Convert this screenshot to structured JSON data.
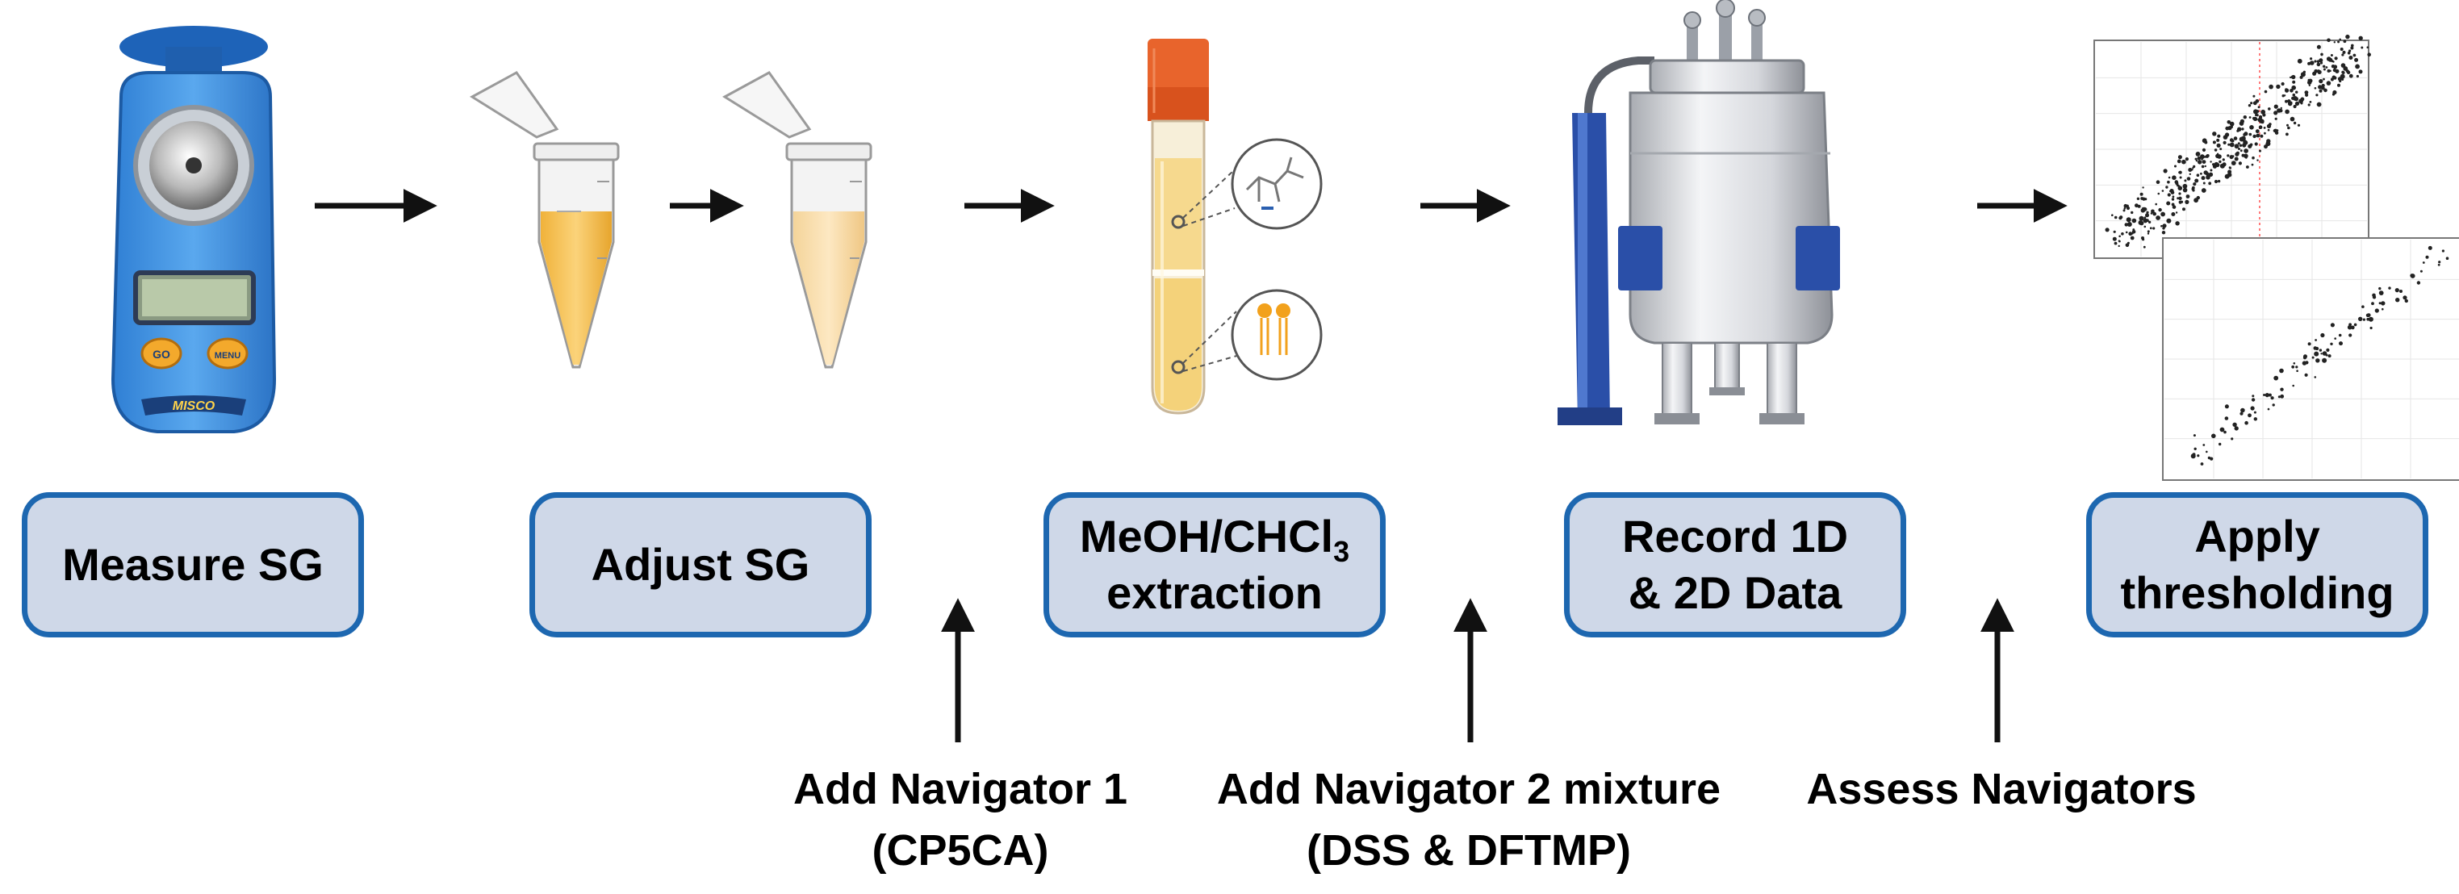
{
  "steps": [
    {
      "id": "measure",
      "label": "Measure SG"
    },
    {
      "id": "adjust",
      "label": "Adjust SG"
    },
    {
      "id": "extract",
      "label_line1": "MeOH/CHCl",
      "label_sub": "3",
      "label_line2": "extraction"
    },
    {
      "id": "record",
      "label_line1": "Record 1D",
      "label_line2": "& 2D Data"
    },
    {
      "id": "threshold",
      "label_line1": "Apply",
      "label_line2": "thresholding"
    }
  ],
  "navigators": [
    {
      "id": "nav1",
      "line1": "Add  Navigator 1",
      "line2": "(CP5CA)"
    },
    {
      "id": "nav2",
      "line1": "Add  Navigator 2 mixture",
      "line2": "(DSS & DFTMP)"
    },
    {
      "id": "assess",
      "line1": "Assess Navigators"
    }
  ],
  "images": {
    "refractometer": {
      "button_left": "GO",
      "button_right": "MENU",
      "brand": "MISCO"
    }
  },
  "colors": {
    "box_fill": "#cfd8e8",
    "box_border": "#1d67b0",
    "arrow": "#111111",
    "refractometer_blue": "#3c8fdc",
    "tube_cap": "#e8642c",
    "nmr_blue": "#2a4fa8"
  }
}
